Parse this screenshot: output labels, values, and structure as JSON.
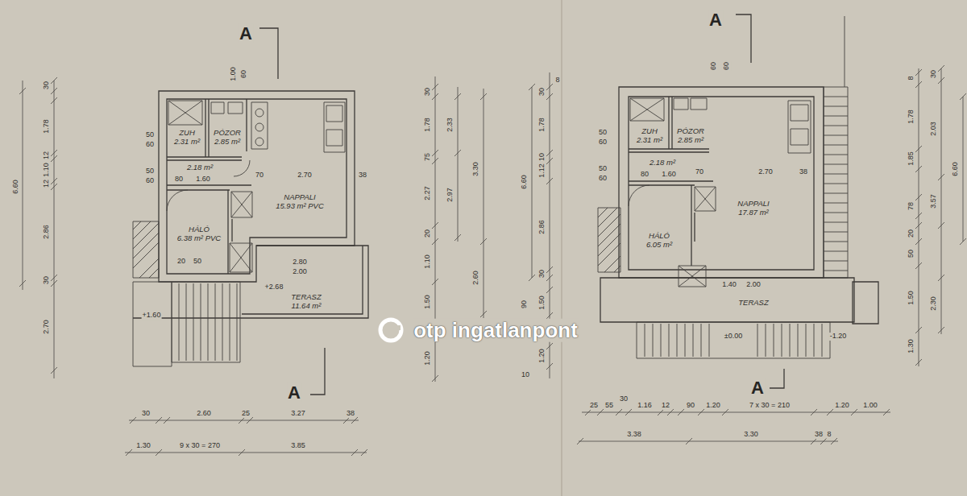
{
  "diagram": {
    "nodes": [
      {
        "text": [
          "ZUH",
          "2.31 m²"
        ]
      },
      {
        "text": [
          "PÓZOR",
          "2.85 m²"
        ]
      },
      {
        "text": [
          "2.18 m²"
        ]
      },
      {
        "text": [
          "NAPPALI",
          "15.93 m² PVC"
        ]
      },
      {
        "text": [
          "HÁLÓ",
          "6.38 m² PVC"
        ]
      },
      {
        "text": [
          "TERASZ",
          "11.64 m²"
        ]
      },
      {
        "text": [
          "ZUH",
          "2.31 m²"
        ]
      },
      {
        "text": [
          "PÓZOR",
          "2.85 m²"
        ]
      },
      {
        "text": [
          "2.18 m²"
        ]
      },
      {
        "text": [
          "NAPPALI",
          "17.87 m²"
        ]
      },
      {
        "text": [
          "HÁLÓ",
          "6.05 m²"
        ]
      },
      {
        "text": [
          "TERASZ"
        ]
      }
    ],
    "edges": [],
    "labels": [
      "A",
      "A",
      "A",
      "A",
      "30",
      "1.78",
      "12",
      "1.10",
      "12",
      "2.86",
      "30",
      "2.70",
      "6.60",
      "50",
      "60",
      "50",
      "60",
      "1.00",
      "60",
      "80",
      "1.60",
      "70",
      "2.70",
      "38",
      "2.80",
      "2.00",
      "20",
      "50",
      "+2.68",
      "+1.60",
      "30",
      "1.78",
      "75",
      "2.27",
      "20",
      "1.10",
      "1.50",
      "1.20",
      "2.33",
      "2.97",
      "3.30",
      "2.60",
      "30",
      "1.78",
      "10",
      "1.12",
      "2.86",
      "30",
      "1.50",
      "1.20",
      "6.60",
      "90",
      "10",
      "8",
      "60",
      "60",
      "50",
      "60",
      "50",
      "60",
      "80",
      "1.60",
      "70",
      "2.70",
      "38",
      "1.40",
      "2.00",
      "±0.00",
      "-1.20",
      "8",
      "1.78",
      "1.85",
      "78",
      "20",
      "50",
      "1.50",
      "1.30",
      "30",
      "2.03",
      "3.57",
      "2.30",
      "6.60",
      "30",
      "2.60",
      "25",
      "3.27",
      "38",
      "1.30",
      "9 x 30 = 270",
      "3.85",
      "25",
      "55",
      "30",
      "1.16",
      "12",
      "90",
      "1.20",
      "7 x 30 = 210",
      "1.20",
      "1.00",
      "3.38",
      "3.30",
      "38",
      "8",
      "otp ingatlanpont"
    ]
  }
}
